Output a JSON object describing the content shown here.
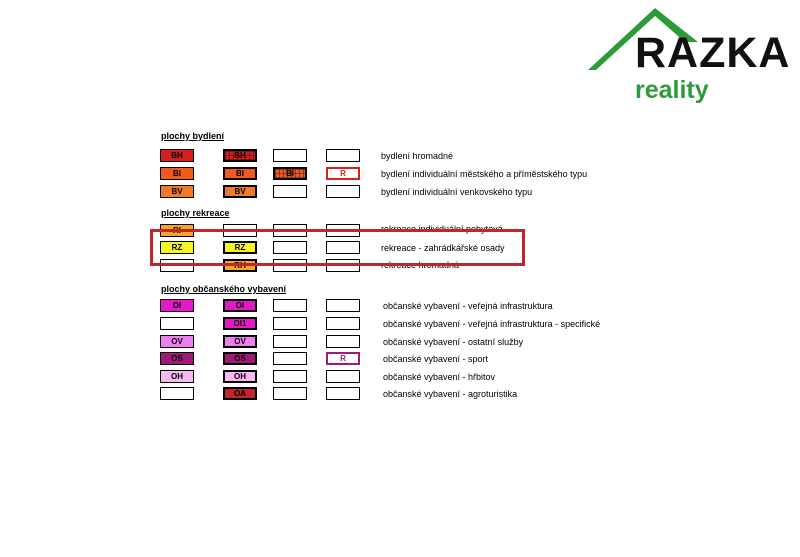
{
  "logo": {
    "brand": "RAZKA",
    "sub": "reality",
    "roof_color": "#2e9b3a"
  },
  "sections": {
    "bydleni": {
      "heading": "plochy bydlení",
      "rows": [
        {
          "code": "BH",
          "code2": "BH",
          "code3": "",
          "code4": "",
          "label": "bydlení hromadné"
        },
        {
          "code": "BI",
          "code2": "BI",
          "code3": "BI",
          "code4": "R",
          "label": "bydlení individuální městského a příměstského typu"
        },
        {
          "code": "BV",
          "code2": "BV",
          "code3": "",
          "code4": "",
          "label": "bydlení individuální venkovského typu"
        }
      ]
    },
    "rekreace": {
      "heading": "plochy rekreace",
      "rows": [
        {
          "code": "RI",
          "code2": "",
          "code3": "",
          "code4": "",
          "label": "rekreace individuální pobytová"
        },
        {
          "code": "RZ",
          "code2": "RZ",
          "code3": "",
          "code4": "",
          "label": "rekreace - zahrádkářské osady"
        },
        {
          "code": "",
          "code2": "RH",
          "code3": "",
          "code4": "",
          "label": "rekreace hromadná"
        }
      ]
    },
    "obcanske": {
      "heading": "plochy občanského vybavení",
      "rows": [
        {
          "code": "OI",
          "code2": "OI",
          "code3": "",
          "code4": "",
          "label": "občanské vybavení - veřejná infrastruktura"
        },
        {
          "code": "",
          "code2": "OI1",
          "code3": "",
          "code4": "",
          "label": "občanské vybavení - veřejná infrastruktura - specifické"
        },
        {
          "code": "OV",
          "code2": "OV",
          "code3": "",
          "code4": "",
          "label": "občanské vybavení - ostatní služby"
        },
        {
          "code": "OS",
          "code2": "OS",
          "code3": "",
          "code4": "R",
          "label": "občanské vybavení - sport"
        },
        {
          "code": "OH",
          "code2": "OH",
          "code3": "",
          "code4": "",
          "label": "občanské vybavení - hřbitov"
        },
        {
          "code": "",
          "code2": "OA",
          "code3": "",
          "code4": "",
          "label": "občanské vybavení - agroturistika"
        }
      ]
    }
  },
  "colors": {
    "bh": "#d81f1f",
    "bi": "#f05a1e",
    "bv": "#f07a2a",
    "ri": "#f5a623",
    "rz": "#f5f522",
    "rh": "#f5a623",
    "oi": "#e519c8",
    "ov": "#f07ef0",
    "os": "#a01879",
    "oh": "#f7b8f0",
    "oa": "#c0272d",
    "highlight": "#c0272d"
  }
}
